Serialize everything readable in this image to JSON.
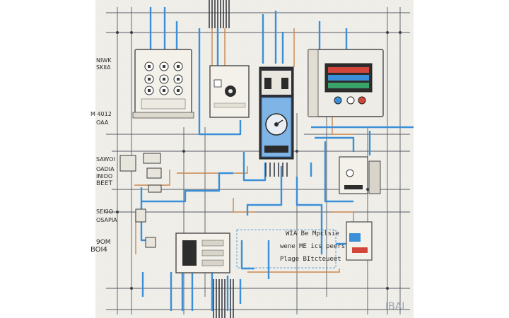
{
  "diagram": {
    "colors": {
      "background": "#ffffff",
      "paper": "#f1f0ec",
      "wire_dark": "#3a3d44",
      "wire_blue": "#3b8fd8",
      "wire_orange": "#c9864f",
      "panel_fill": "#f3f1ea",
      "panel_stroke": "#4b4b4b",
      "meter_blue": "#7fb4e6",
      "display_red": "#d2453a",
      "display_green": "#3aa36a"
    },
    "left_labels": [
      {
        "id": "label-1",
        "text": "NIWK"
      },
      {
        "id": "label-2",
        "text": "SKIIA"
      },
      {
        "id": "label-3",
        "text": "M 4012"
      },
      {
        "id": "label-4",
        "text": "OAA"
      },
      {
        "id": "label-5",
        "text": "SAWOI"
      },
      {
        "id": "label-6",
        "text": "OADIA"
      },
      {
        "id": "label-7",
        "text": "INIDO"
      },
      {
        "id": "label-8",
        "text": "BEET"
      },
      {
        "id": "label-9",
        "text": "SEKIO"
      },
      {
        "id": "label-10",
        "text": "OSAPIA"
      },
      {
        "id": "label-11",
        "text": "9OM"
      },
      {
        "id": "label-12",
        "text": "BOI4"
      }
    ],
    "center_labels": [
      {
        "id": "note-1",
        "text": "WIA  Be Mpclsie"
      },
      {
        "id": "note-2",
        "text": "wene  ME  ics  peers"
      },
      {
        "id": "note-3",
        "text": "Plage  BItcteueet"
      }
    ],
    "watermark": "IBAI"
  }
}
